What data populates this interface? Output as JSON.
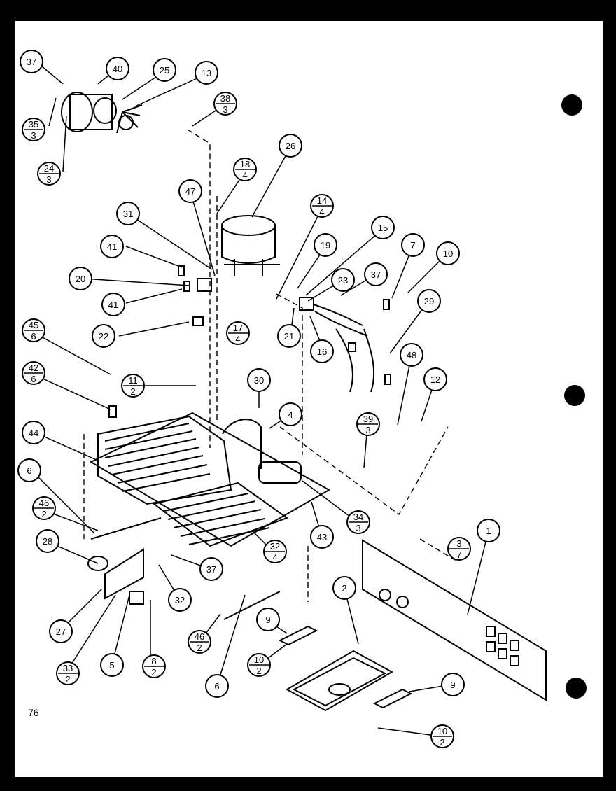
{
  "page_number": "76",
  "callouts": [
    {
      "label": "37"
    },
    {
      "label": "40"
    },
    {
      "label": "25"
    },
    {
      "label": "13"
    },
    {
      "top": "38",
      "bottom": "3"
    },
    {
      "top": "35",
      "bottom": "3"
    },
    {
      "top": "24",
      "bottom": "3"
    },
    {
      "label": "26"
    },
    {
      "top": "18",
      "bottom": "4"
    },
    {
      "label": "47"
    },
    {
      "label": "31"
    },
    {
      "top": "14",
      "bottom": "4"
    },
    {
      "label": "15"
    },
    {
      "label": "7"
    },
    {
      "label": "10"
    },
    {
      "label": "41"
    },
    {
      "label": "19"
    },
    {
      "label": "20"
    },
    {
      "label": "41"
    },
    {
      "label": "23"
    },
    {
      "label": "37"
    },
    {
      "label": "29"
    },
    {
      "top": "17",
      "bottom": "4"
    },
    {
      "label": "22"
    },
    {
      "label": "21"
    },
    {
      "label": "16"
    },
    {
      "top": "45",
      "bottom": "6"
    },
    {
      "label": "48"
    },
    {
      "top": "42",
      "bottom": "6"
    },
    {
      "top": "11",
      "bottom": "2"
    },
    {
      "label": "30"
    },
    {
      "label": "12"
    },
    {
      "label": "4"
    },
    {
      "top": "39",
      "bottom": "3"
    },
    {
      "label": "44"
    },
    {
      "label": "6"
    },
    {
      "top": "46",
      "bottom": "2"
    },
    {
      "top": "34",
      "bottom": "3"
    },
    {
      "label": "43"
    },
    {
      "top": "3",
      "bottom": "7"
    },
    {
      "label": "1"
    },
    {
      "label": "28"
    },
    {
      "top": "32",
      "bottom": "4"
    },
    {
      "label": "37"
    },
    {
      "label": "32"
    },
    {
      "label": "2"
    },
    {
      "label": "27"
    },
    {
      "top": "33",
      "bottom": "2"
    },
    {
      "label": "5"
    },
    {
      "top": "8",
      "bottom": "2"
    },
    {
      "top": "46",
      "bottom": "2"
    },
    {
      "label": "9"
    },
    {
      "top": "10",
      "bottom": "2"
    },
    {
      "label": "6"
    },
    {
      "label": "9"
    },
    {
      "top": "10",
      "bottom": "2"
    }
  ]
}
